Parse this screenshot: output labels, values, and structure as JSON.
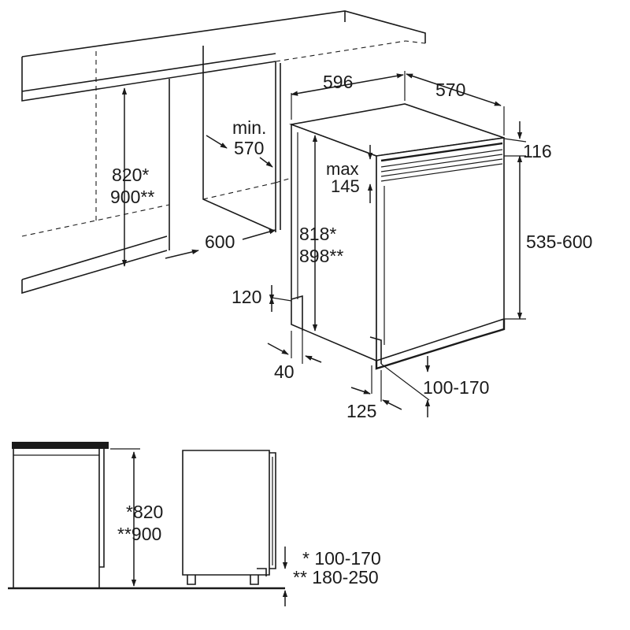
{
  "labels": {
    "width": "596",
    "depth": "570",
    "top_offset": "116",
    "min_label": "min.",
    "min_value": "570",
    "max_label": "max",
    "max_value": "145",
    "niche_h1": "820*",
    "niche_h2": "900**",
    "niche_width": "600",
    "unit_h1": "818*",
    "unit_h2": "898**",
    "door_range": "535-600",
    "plinth_h": "120",
    "plinth_d": "40",
    "foot_range": "100-170",
    "foot_depth": "125",
    "side_h1": "*820",
    "side_h2": "**900",
    "side_r1": "* 100-170",
    "side_r2": "** 180-250"
  },
  "colors": {
    "line": "#1a1a1a",
    "background": "#ffffff"
  }
}
